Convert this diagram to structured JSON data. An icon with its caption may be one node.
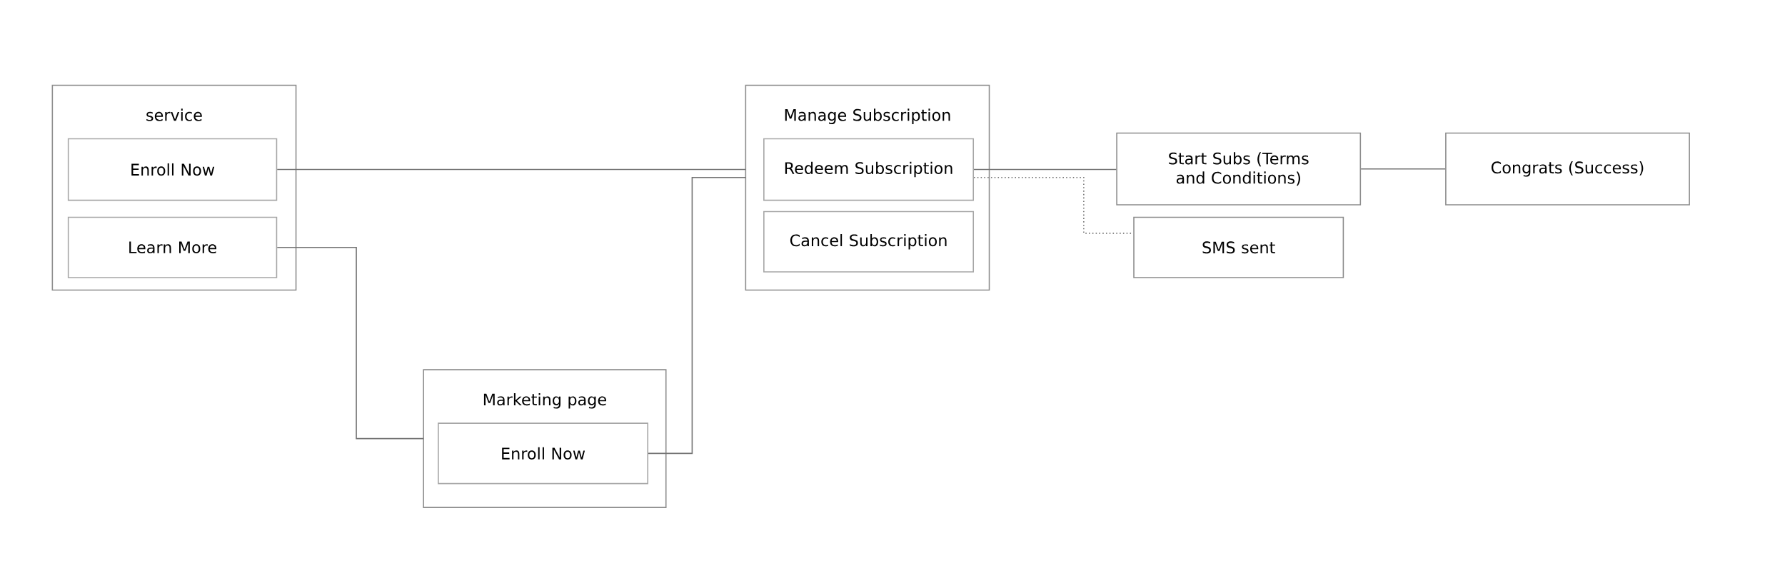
{
  "diagram": {
    "nodes": [
      {
        "text": [
          "service"
        ]
      },
      {
        "text": [
          "Enroll Now"
        ],
        "in": 0
      },
      {
        "text": [
          "Learn More"
        ],
        "in": 0
      },
      {
        "text": [
          "Manage Subscription"
        ]
      },
      {
        "text": [
          "Redeem Subscription"
        ],
        "in": 3
      },
      {
        "text": [
          "Cancel Subscription"
        ],
        "in": 3
      },
      {
        "text": [
          "Start Subs (Terms and Conditions)"
        ]
      },
      {
        "text": [
          "Congrats (Success)"
        ]
      },
      {
        "text": [
          "SMS sent"
        ]
      },
      {
        "text": [
          "Marketing page"
        ]
      },
      {
        "text": [
          "Enroll Now"
        ],
        "in": 9
      }
    ],
    "edges": [
      {
        "from": 1,
        "to": 3,
        "arrow": "none"
      },
      {
        "from": 2,
        "to": 9,
        "arrow": "none"
      },
      {
        "from": 10,
        "to": 3,
        "arrow": "none"
      },
      {
        "from": 4,
        "to": 6,
        "arrow": "none"
      },
      {
        "from": 4,
        "to": 8,
        "arrow": "none",
        "style": "dashed"
      },
      {
        "from": 6,
        "to": 7,
        "arrow": "none"
      }
    ]
  }
}
